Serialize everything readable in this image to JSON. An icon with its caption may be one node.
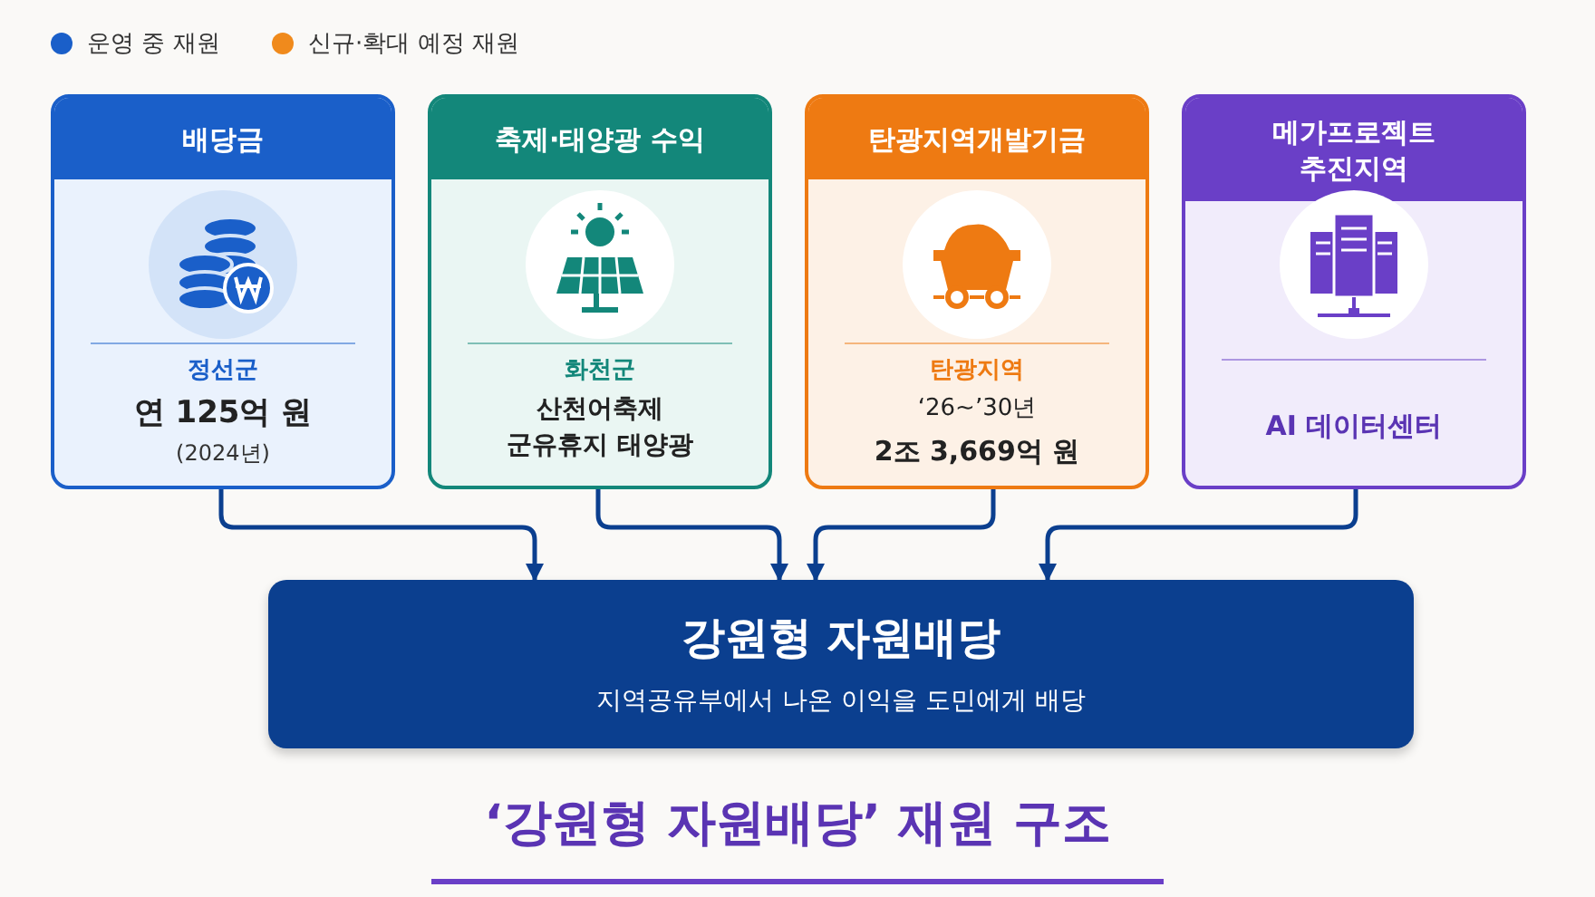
{
  "diagram": {
    "title": "‘강원형 자원배당’ 재원 구조",
    "nodes": [
      {
        "text": [
          "배당금",
          "정선군",
          "연 125억 원",
          "(2024년)"
        ]
      },
      {
        "text": [
          "축제·태양광 수익",
          "화천군",
          "산천어축제 군유휴지 태양광"
        ]
      },
      {
        "text": [
          "탄광지역개발기금",
          "탄광지역",
          "‘26~’30년",
          "2조 3,669억 원"
        ]
      },
      {
        "text": [
          "메가프로젝트 추진지역",
          "AI 데이터센터"
        ]
      },
      {
        "text": [
          "강원형 자원배당",
          "지역공유부에서 나온 이익을 도민에게 배당"
        ]
      }
    ],
    "edges": [
      {
        "from": 0,
        "to": 4,
        "arrow": "to"
      },
      {
        "from": 1,
        "to": 4,
        "arrow": "to"
      },
      {
        "from": 2,
        "to": 4,
        "arrow": "to"
      },
      {
        "from": 3,
        "to": 4,
        "arrow": "to"
      }
    ],
    "legend": [
      {
        "text": "운영 중 재원",
        "color": "#1a5fc9"
      },
      {
        "text": "신규·확대 예정 재원",
        "color": "#f08a1c"
      }
    ]
  }
}
